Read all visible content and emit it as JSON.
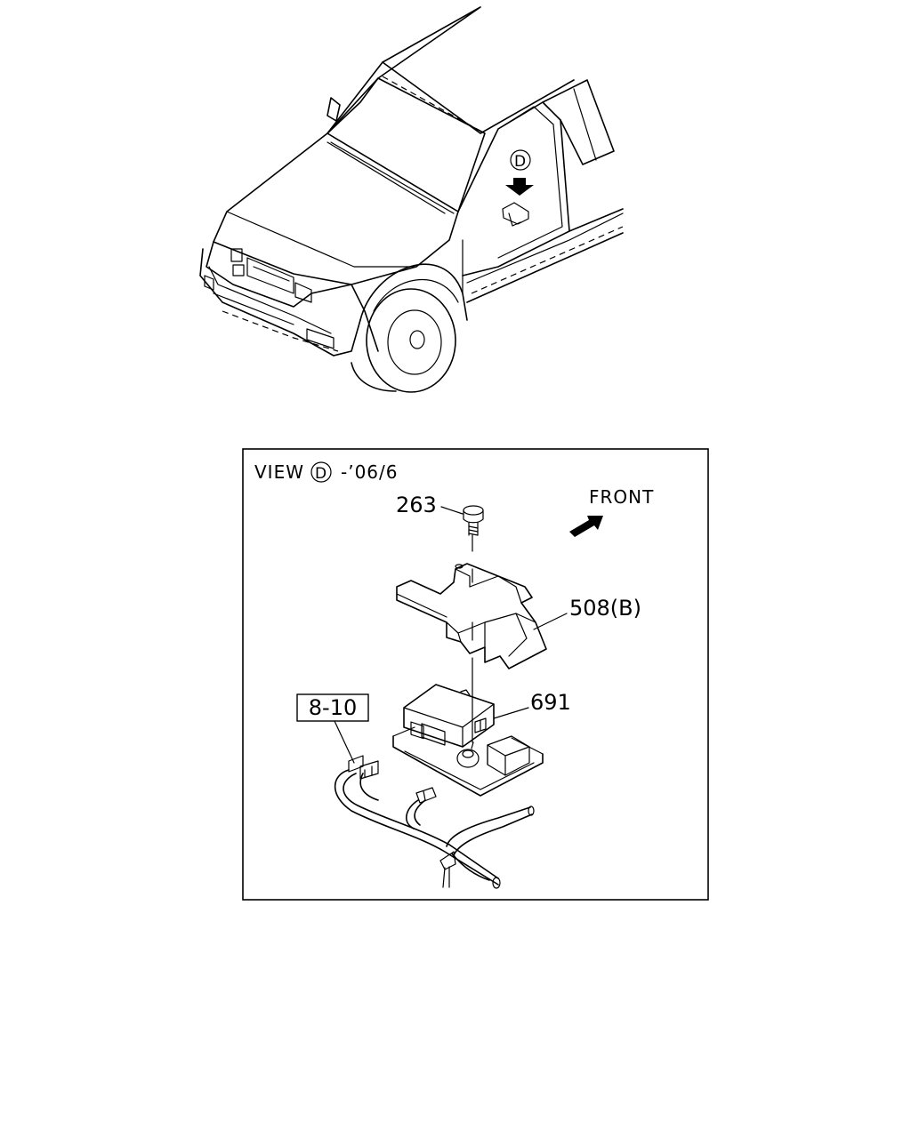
{
  "truck": {
    "view_marker": "D"
  },
  "view_box": {
    "view_label": "VIEW",
    "view_marker": "D",
    "view_suffix": "-’06/6",
    "front_label": "FRONT"
  },
  "callouts": {
    "bolt": "263",
    "bracket": "508(B)",
    "module": "691",
    "harness_ref": "8-10"
  }
}
